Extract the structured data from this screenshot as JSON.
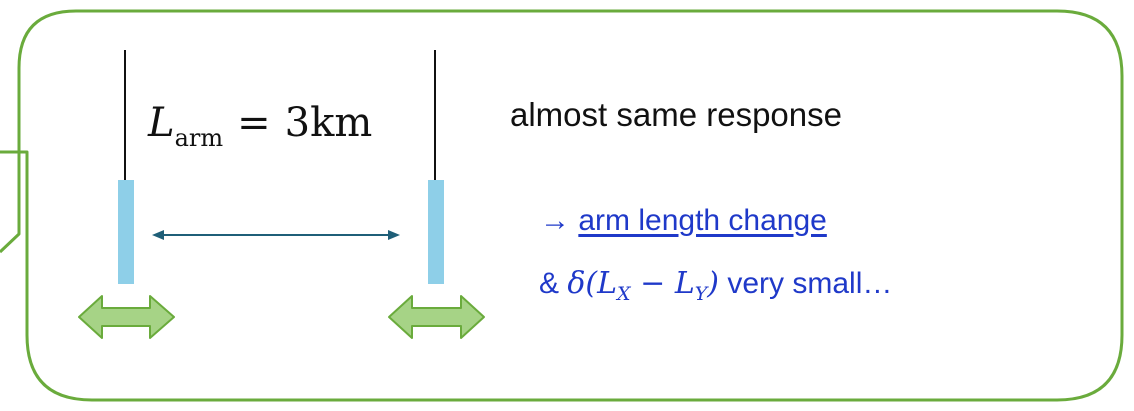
{
  "diagram": {
    "arm_label": {
      "symbol": "L",
      "subscript": "arm",
      "equals": "=",
      "value": "3km"
    },
    "response_note": {
      "title": "almost same response",
      "arrow": "→",
      "link_text": "arm length change",
      "amp": "&",
      "math_prefix": "δ(",
      "var1": "L",
      "sub1": "X",
      "minus": "−",
      "var2": "L",
      "sub2": "Y",
      "math_suffix": ")",
      "suffix_text": "very small…"
    },
    "colors": {
      "bubble_border": "#6aab3c",
      "mirror": "#8ecfe8",
      "distance_arrow": "#1f5f78",
      "motion_arrow_fill": "#a6d386",
      "motion_arrow_stroke": "#6aab3c",
      "note_text": "#1f39c9"
    }
  }
}
